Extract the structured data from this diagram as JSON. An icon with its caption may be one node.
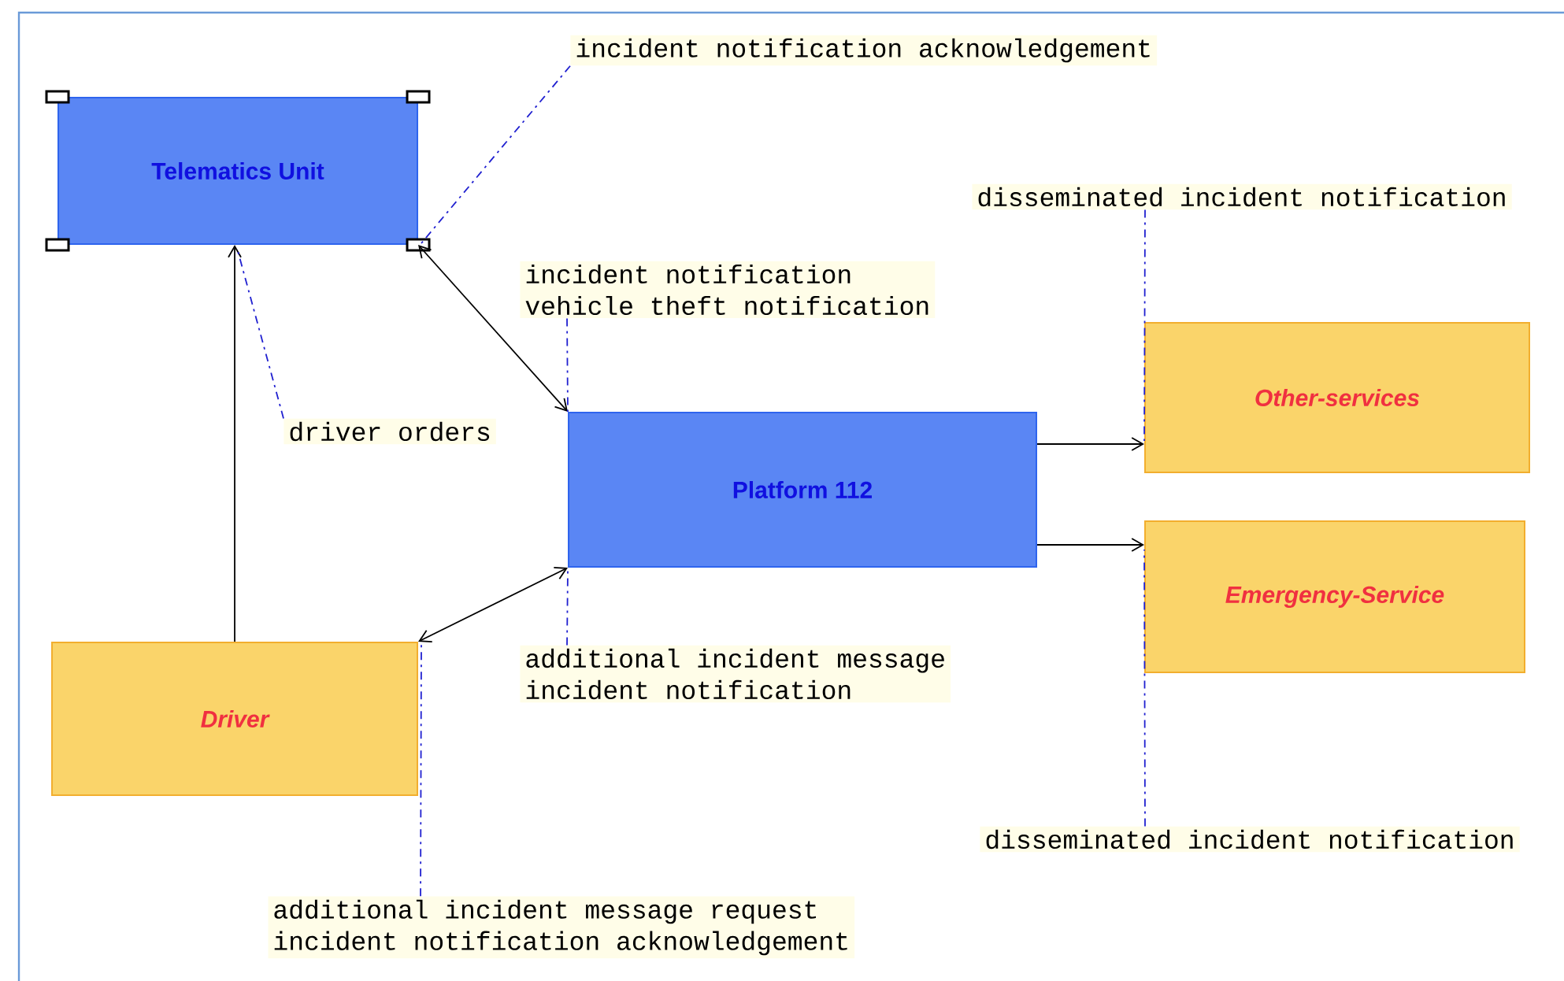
{
  "diagram": {
    "nodes": [
      {
        "text": [
          "Telematics Unit"
        ]
      },
      {
        "text": [
          "Platform 112"
        ]
      },
      {
        "text": [
          "Other-services"
        ]
      },
      {
        "text": [
          "Emergency-Service"
        ]
      },
      {
        "text": [
          "Driver"
        ]
      },
      {
        "text": [
          "incident notification acknowledgement"
        ]
      },
      {
        "text": [
          "incident notification",
          "vehicle theft notification"
        ]
      },
      {
        "text": [
          "driver orders"
        ]
      },
      {
        "text": [
          "disseminated incident notification"
        ]
      },
      {
        "text": [
          "additional incident message",
          "incident notification"
        ]
      },
      {
        "text": [
          "disseminated incident notification"
        ]
      },
      {
        "text": [
          "additional incident message request",
          "incident notification acknowledgement"
        ]
      }
    ],
    "edges": [
      {
        "from": 0,
        "to": 1,
        "arrow": "both",
        "color": "#000000"
      },
      {
        "from": 4,
        "to": 0,
        "arrow": "to",
        "color": "#000000"
      },
      {
        "from": 4,
        "to": 1,
        "arrow": "both",
        "color": "#000000"
      },
      {
        "from": 1,
        "to": 2,
        "arrow": "to",
        "color": "#000000"
      },
      {
        "from": 1,
        "to": 3,
        "arrow": "to",
        "color": "#000000"
      },
      {
        "from": 5,
        "to": 0,
        "arrow": "none",
        "style": "dashed"
      },
      {
        "from": 6,
        "to": 1,
        "arrow": "none",
        "style": "dashed"
      },
      {
        "from": 7,
        "to": 0,
        "arrow": "none",
        "style": "dashed"
      },
      {
        "from": 8,
        "to": 2,
        "arrow": "none",
        "style": "dashed"
      },
      {
        "from": 9,
        "to": 1,
        "arrow": "none",
        "style": "dashed"
      },
      {
        "from": 10,
        "to": 3,
        "arrow": "none",
        "style": "dashed"
      },
      {
        "from": 11,
        "to": 4,
        "arrow": "none",
        "style": "dashed"
      }
    ]
  }
}
